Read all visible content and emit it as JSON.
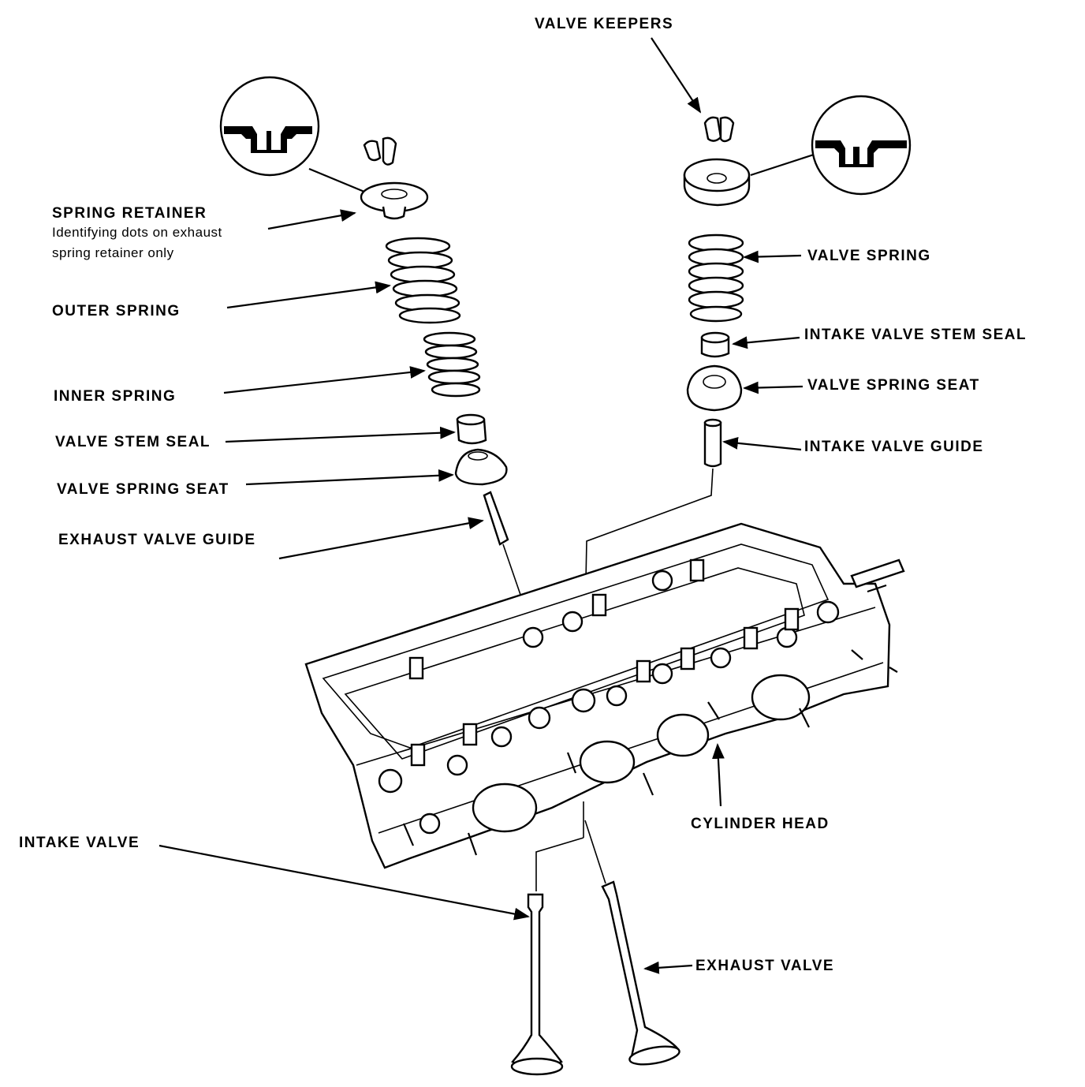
{
  "labels": {
    "valve_keepers": "VALVE KEEPERS",
    "spring_retainer": "SPRING RETAINER",
    "spring_retainer_note_1": "Identifying dots on exhaust",
    "spring_retainer_note_2": "spring retainer only",
    "outer_spring": "OUTER SPRING",
    "inner_spring": "INNER SPRING",
    "valve_stem_seal": "VALVE STEM SEAL",
    "valve_spring_seat_left": "VALVE SPRING SEAT",
    "exhaust_valve_guide": "EXHAUST VALVE GUIDE",
    "valve_spring": "VALVE SPRING",
    "intake_valve_stem_seal": "INTAKE VALVE STEM SEAL",
    "valve_spring_seat_right": "VALVE SPRING SEAT",
    "intake_valve_guide": "INTAKE VALVE GUIDE",
    "cylinder_head": "CYLINDER HEAD",
    "intake_valve": "INTAKE VALVE",
    "exhaust_valve": "EXHAUST VALVE"
  }
}
